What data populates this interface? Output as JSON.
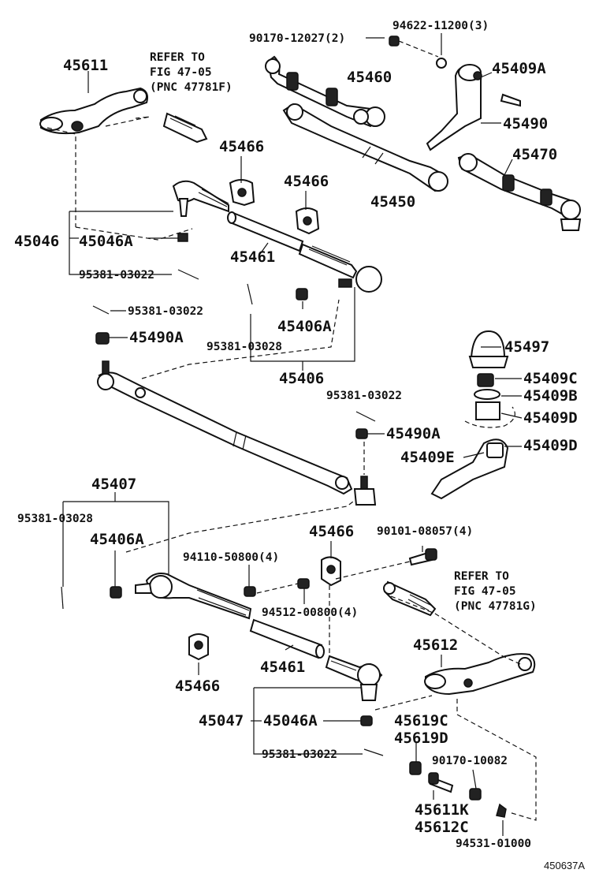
{
  "diagram": {
    "footer_code": "450637A",
    "refs": {
      "top": {
        "line1": "REFER TO",
        "line2": "FIG 47-05",
        "line3": "(PNC 47781F)"
      },
      "bottom": {
        "line1": "REFER TO",
        "line2": "FIG 47-05",
        "line3": "(PNC 47781G)"
      }
    },
    "labels": {
      "p45611": "45611",
      "p90170_12027": "90170-12027(2)",
      "p94622_11200": "94622-11200(3)",
      "p45460": "45460",
      "p45409A": "45409A",
      "p45490": "45490",
      "p45466_a": "45466",
      "p45466_b": "45466",
      "p45470": "45470",
      "p45450": "45450",
      "p45046": "45046",
      "p45046A_top": "45046A",
      "p45461_top": "45461",
      "p95381_03022_a": "95381-03022",
      "p95381_03022_b": "95381-03022",
      "p45490A_left": "45490A",
      "p45406A_top": "45406A",
      "p95381_03028_top": "95381-03028",
      "p45406": "45406",
      "p45497": "45497",
      "p45409C": "45409C",
      "p45409B": "45409B",
      "p45409D_a": "45409D",
      "p45409D_b": "45409D",
      "p45409E": "45409E",
      "p95381_03022_c": "95381-03022",
      "p45490A_right": "45490A",
      "p45407": "45407",
      "p95381_03028_bot": "95381-03028",
      "p45406A_bot": "45406A",
      "p45466_c": "45466",
      "p90101_08057": "90101-08057(4)",
      "p94110_50800": "94110-50800(4)",
      "p94512_00800": "94512-00800(4)",
      "p45466_d": "45466",
      "p45461_bot": "45461",
      "p45612": "45612",
      "p45047": "45047",
      "p45046A_bot": "45046A",
      "p95381_03022_d": "95381-03022",
      "p45619C": "45619C",
      "p45619D": "45619D",
      "p90170_10082": "90170-10082",
      "p45611K": "45611K",
      "p45612C": "45612C",
      "p94531_01000": "94531-01000"
    }
  }
}
